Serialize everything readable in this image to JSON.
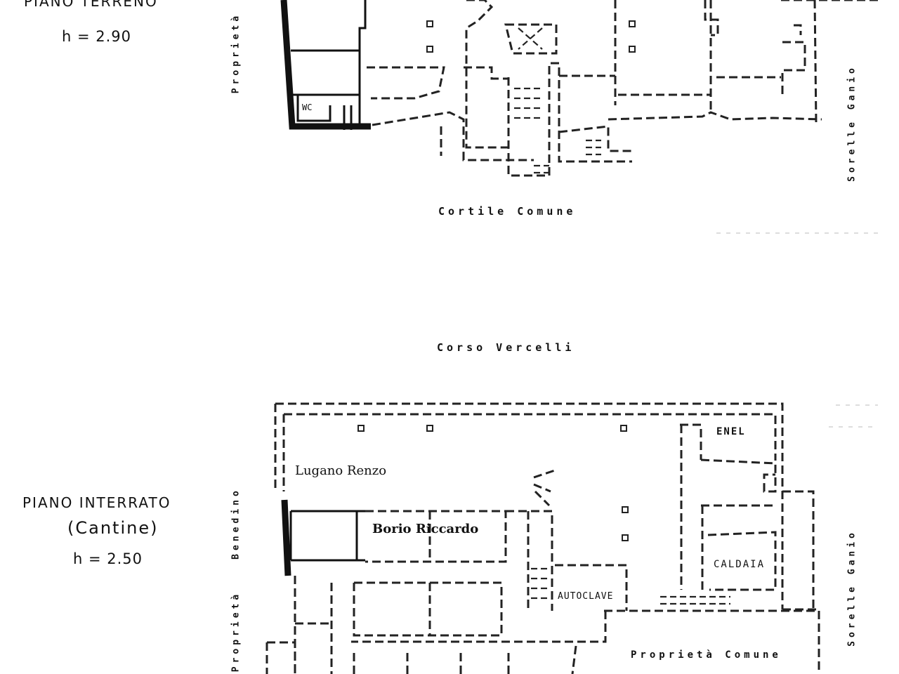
{
  "ground_floor": {
    "title": "PIANO TERRENO",
    "height": "h = 2.90",
    "left_side_label": "Proprietà",
    "right_side_label": "Sorelle Ganio",
    "room_wc": "WC",
    "courtyard": "Cortile Comune"
  },
  "street": "Corso Vercelli",
  "basement": {
    "title": "PIANO INTERRATO",
    "subtitle": "(Cantine)",
    "height": "h = 2.50",
    "left_side_label_top": "Benedino",
    "left_side_label_bottom": "Proprietà",
    "right_side_label": "Sorelle Ganio",
    "owner_top": "Lugano Renzo",
    "owner_center": "Borio Riccardo",
    "room_enel": "ENEL",
    "room_caldaia": "CALDAIA",
    "room_autoclave": "AUTOCLAVE",
    "common_property": "Proprietà Comune"
  },
  "colors": {
    "ink": "#111111",
    "paper": "#ffffff"
  }
}
